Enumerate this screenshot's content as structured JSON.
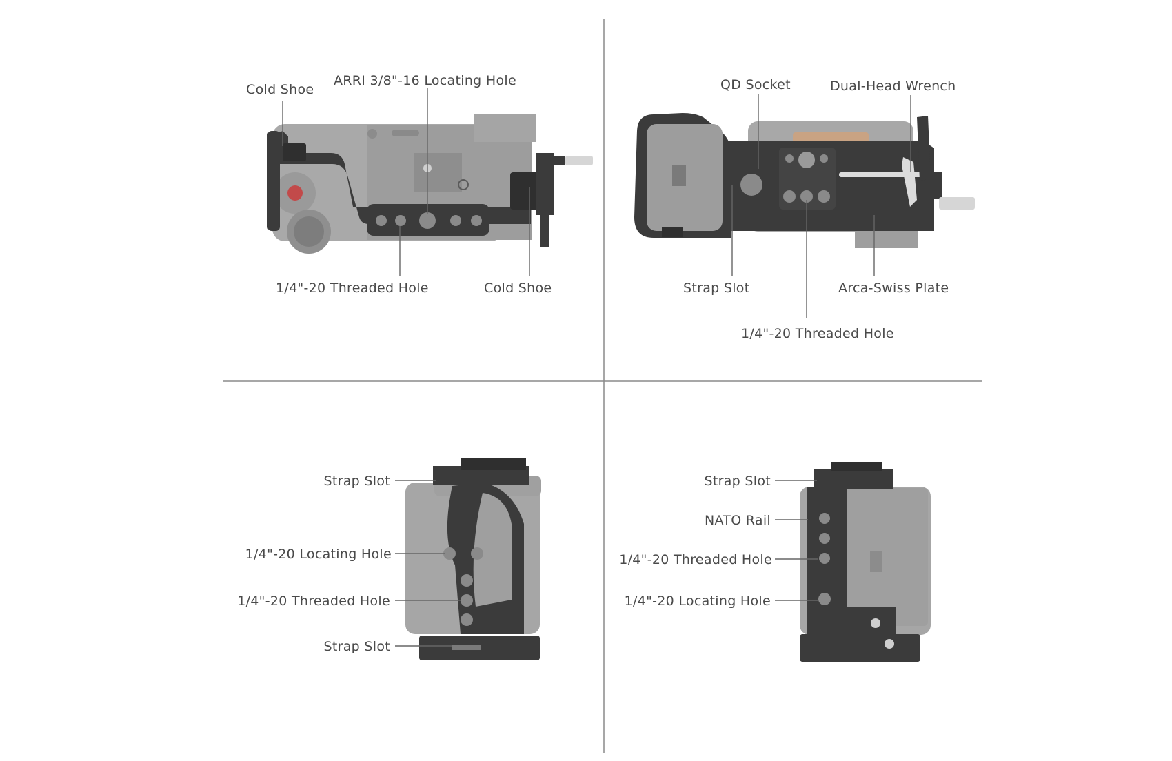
{
  "top_left": {
    "cold_shoe_left": "Cold Shoe",
    "arri_hole": "ARRI 3/8\"-16 Locating Hole",
    "threaded_hole": "1/4\"-20 Threaded Hole",
    "cold_shoe_right": "Cold Shoe"
  },
  "top_right": {
    "qd_socket": "QD Socket",
    "wrench": "Dual-Head Wrench",
    "strap_slot": "Strap Slot",
    "arca_plate": "Arca-Swiss Plate",
    "threaded_hole": "1/4\"-20 Threaded Hole"
  },
  "bottom_left": {
    "strap_slot_top": "Strap Slot",
    "locating_hole": "1/4\"-20 Locating Hole",
    "threaded_hole": "1/4\"-20 Threaded Hole",
    "strap_slot_bottom": "Strap Slot"
  },
  "bottom_right": {
    "strap_slot": "Strap Slot",
    "nato_rail": "NATO Rail",
    "threaded_hole": "1/4\"-20 Threaded Hole",
    "locating_hole": "1/4\"-20 Locating Hole"
  },
  "colors": {
    "camera_gray": "#a3a3a3",
    "cage_dark": "#3b3b3b",
    "leader_line": "#666666",
    "label_text": "#4a4a4a",
    "divider": "#8a8a8a"
  }
}
